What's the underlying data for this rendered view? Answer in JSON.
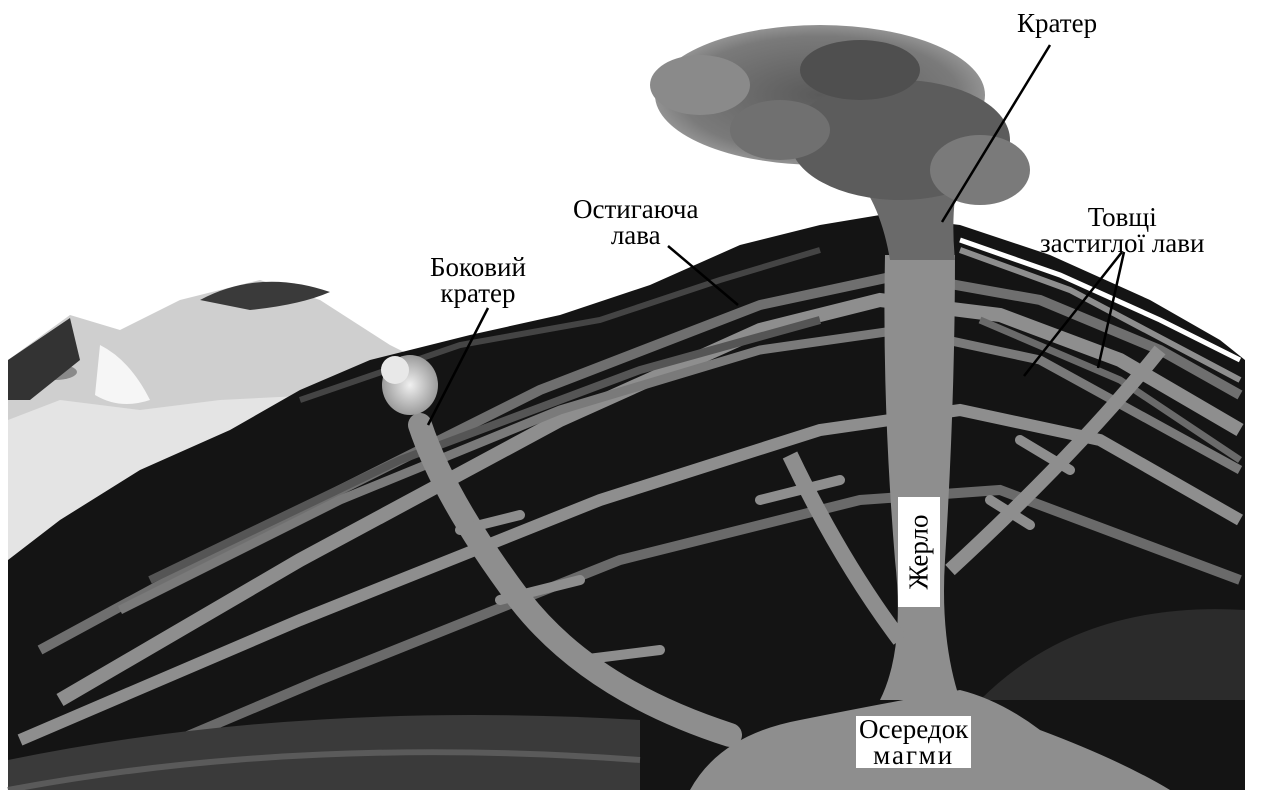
{
  "diagram": {
    "labels": {
      "crater": "Кратер",
      "cooling_lava": [
        "Остигаюча",
        "лава"
      ],
      "side_crater": [
        "Боковий",
        "кратер"
      ],
      "lava_layers": [
        "Товщі",
        "застиглої лави"
      ],
      "vent": "Жерло",
      "magma_chamber": [
        "Осередок",
        "магми"
      ]
    },
    "colors": {
      "dark_rock": "#141414",
      "magma": "#8e8e8e",
      "ash_cloud": "#6a6a6a",
      "background": "#ffffff"
    }
  }
}
